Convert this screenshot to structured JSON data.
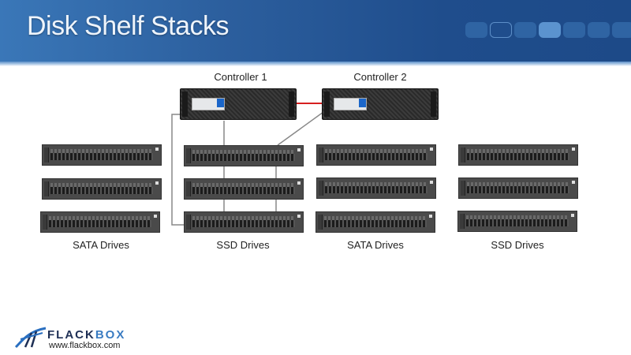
{
  "header": {
    "title": "Disk Shelf Stacks",
    "progress_steps": 7,
    "active_step": 4
  },
  "diagram": {
    "controllers": [
      {
        "label": "Controller 1"
      },
      {
        "label": "Controller 2"
      }
    ],
    "stacks": [
      {
        "label": "SATA Drives",
        "shelves": 3,
        "connected": false
      },
      {
        "label": "SSD Drives",
        "shelves": 3,
        "connected": true
      },
      {
        "label": "SATA Drives",
        "shelves": 3,
        "connected": false
      },
      {
        "label": "SSD Drives",
        "shelves": 3,
        "connected": false
      }
    ],
    "colors": {
      "ha_link": "#d62020",
      "cable": "#888888"
    }
  },
  "footer": {
    "brand_part1": "FLACK",
    "brand_part2": "BOX",
    "url": "www.flackbox.com"
  }
}
